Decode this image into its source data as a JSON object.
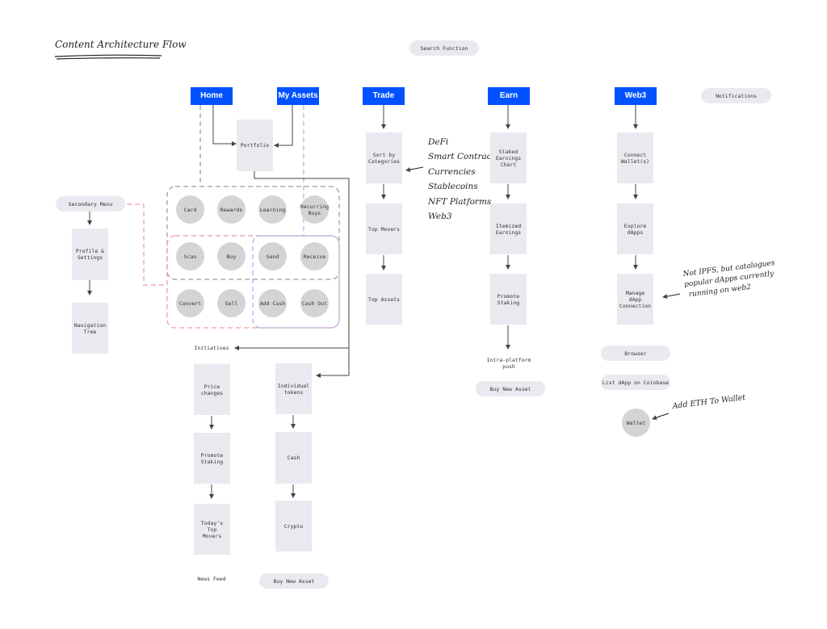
{
  "title": "Content Architecture Flow",
  "nav": {
    "home": "Home",
    "my_assets": "My Assets",
    "trade": "Trade",
    "earn": "Earn",
    "web3": "Web3"
  },
  "utility": {
    "search": "Search Function",
    "notifications": "Notifications",
    "secondary_menu": "Secondary Menu"
  },
  "secondary": {
    "profile": "Profile &\nSettings",
    "navigation_tree": "Navigation\nTree"
  },
  "portfolio": "Portfolio",
  "actions": {
    "card": "Card",
    "rewards": "Rewards",
    "learning": "Learning",
    "recurring": "Recurring\nBuys",
    "scan": "Scan",
    "buy": "Buy",
    "send": "Send",
    "receive": "Receive",
    "convert": "Convert",
    "sell": "Sell",
    "add_cash": "Add Cash",
    "cash_out": "Cash Out"
  },
  "initiatives": {
    "label": "Initiatives",
    "price_changes": "Price\nchanges",
    "promote_staking": "Promote\nStaking",
    "top_movers": "Today's\nTop\nMovers",
    "news_feed": "News Feed"
  },
  "assets_flow": {
    "individual_tokens": "Individual\ntokens",
    "cash": "Cash",
    "crypto": "Crypto",
    "buy_new_asset": "Buy New Asset"
  },
  "trade_flow": {
    "sort": "Sort by\nCategories",
    "top_movers": "Top Movers",
    "top_assets": "Top Assets"
  },
  "trade_categories": [
    "DeFi",
    "Smart Contracts",
    "Currencies",
    "Stablecoins",
    "NFT Platforms",
    "Web3"
  ],
  "earn_flow": {
    "staked_chart": "Staked\nEarnings\nChart",
    "itemized": "Itemized\nEarnings",
    "promote_staking": "Promote\nStaking",
    "intra_push": "Intra-platform\npush",
    "buy_new_asset": "Buy New Asset"
  },
  "web3_flow": {
    "connect_wallet": "Connect\nWallet(s)",
    "explore_dapps": "Explore\ndApps",
    "manage_dapp": "Manage\ndApp\nConnection",
    "browser": "Browser",
    "list_dapp": "List dApp on Coinbase",
    "wallet": "Wallet"
  },
  "notes": {
    "ipfs": [
      "Not IPFS, but catalogues",
      "popular dApps currently",
      "running on web2"
    ],
    "add_eth": "Add ETH To Wallet"
  },
  "colors": {
    "accent": "#0052ff",
    "node": "#e9eaef",
    "circle": "#d4d4d6",
    "gray_dash": "#9a9a9a",
    "blue_dash": "#9fb2ec",
    "pink_dash": "#ee9aa6"
  }
}
